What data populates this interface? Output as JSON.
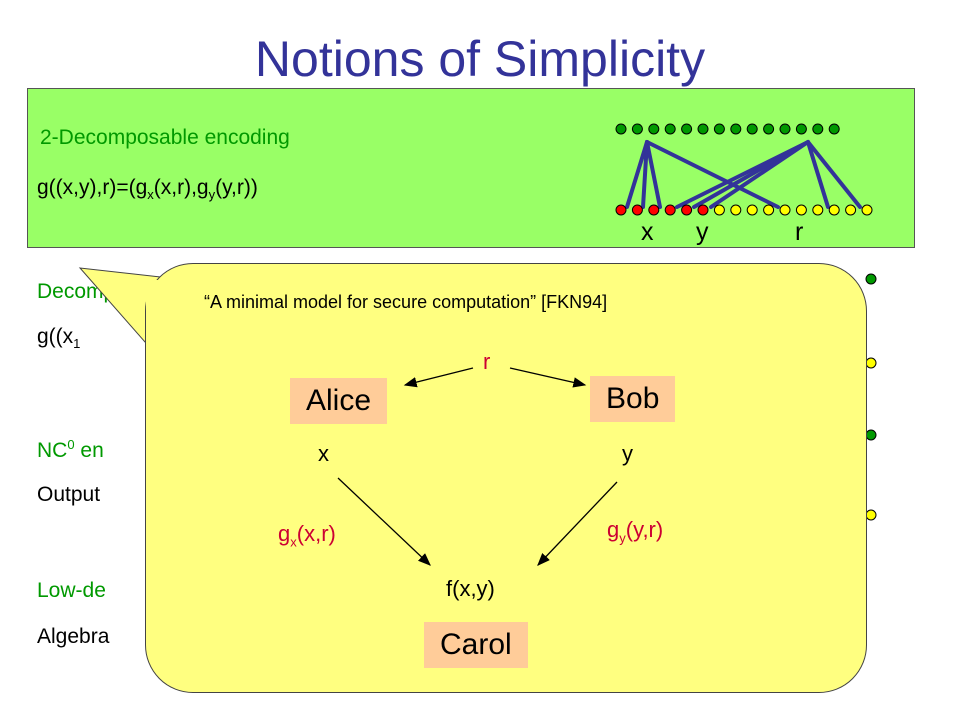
{
  "title": "Notions of Simplicity",
  "green_box": {
    "heading": "2-Decomposable encoding",
    "formula": {
      "a": "g((x,y),r)=(g",
      "s1": "x",
      "b": "(x,r),g",
      "s2": "y",
      "c": "(y,r))"
    },
    "labels": {
      "x": "x",
      "y": "y",
      "r": "r"
    }
  },
  "sections": [
    {
      "heading": "Decompos",
      "body_a": "g((x",
      "body_sub": "1"
    },
    {
      "heading_a": "NC",
      "heading_sup": "0",
      "heading_b": " en",
      "body": "Output"
    },
    {
      "heading": "Low-de",
      "body": "Algebra"
    }
  ],
  "bubble": {
    "quote": "“A minimal model for secure computation” [FKN94]",
    "r": "r",
    "alice": "Alice",
    "bob": "Bob",
    "x": "x",
    "y": "y",
    "gx": {
      "g": "g",
      "sub": "x",
      "rest": "(x,r)"
    },
    "gy": {
      "g": "g",
      "sub": "y",
      "rest": "(y,r)"
    },
    "f": "f(x,y)",
    "carol": "Carol"
  },
  "colors": {
    "title": "#333399",
    "green_fill": "#99ff66",
    "green_text": "#009900",
    "bubble_fill": "#ffff80",
    "name_box": "#ffcc99",
    "red": "#cc0033",
    "dot_green": "#009900",
    "dot_red": "#ff0000",
    "dot_yellow": "#ffff00",
    "line": "#333399"
  }
}
